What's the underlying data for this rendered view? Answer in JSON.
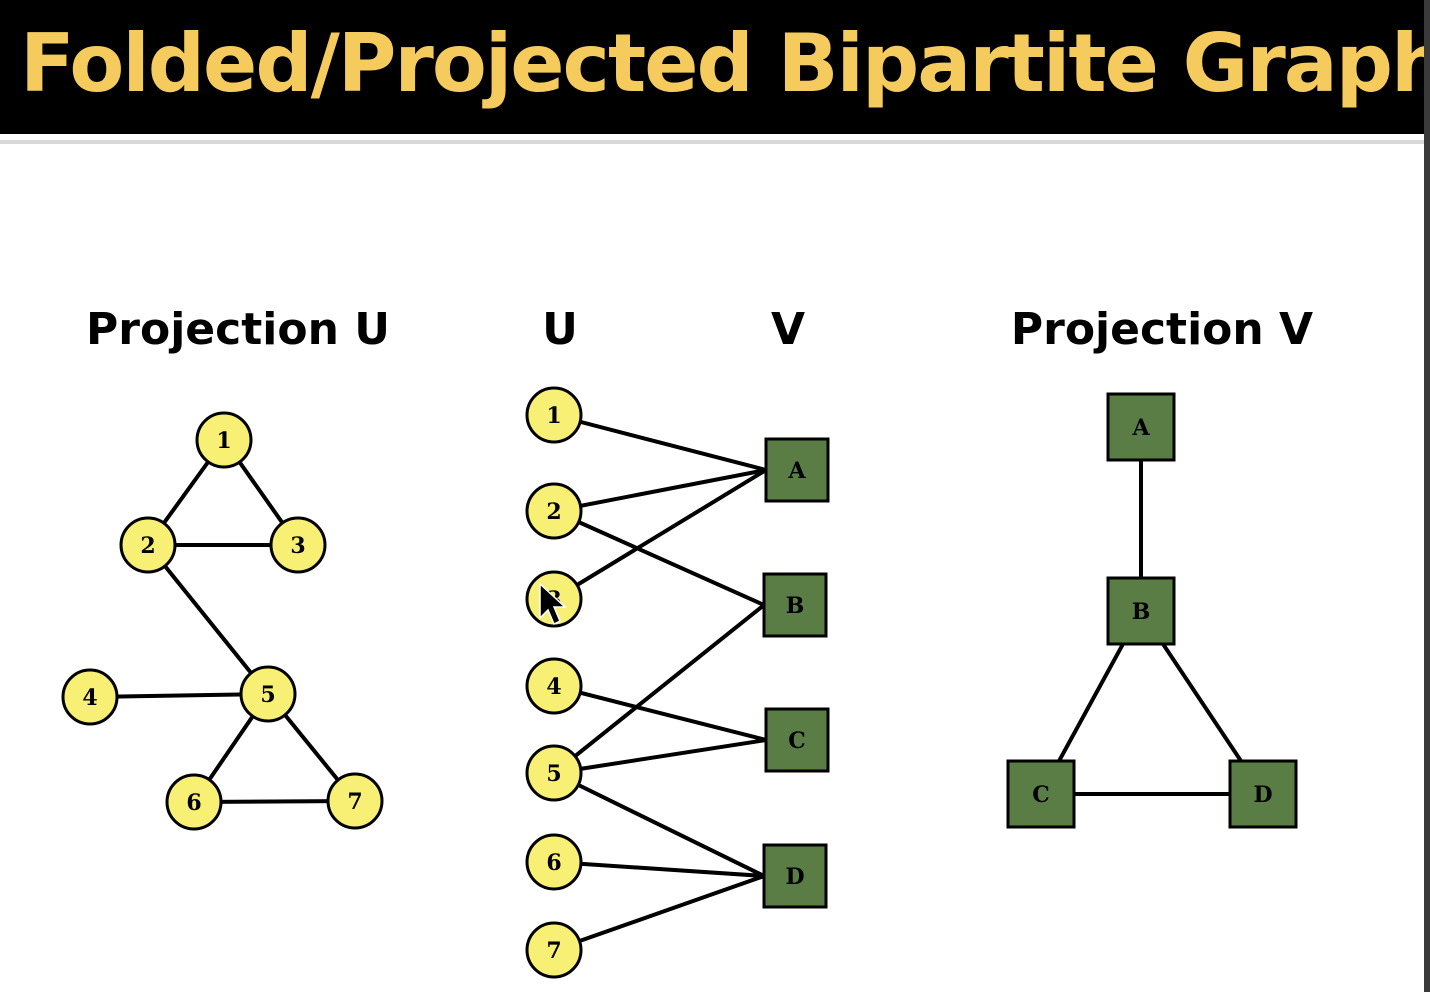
{
  "title": "Folded/Projected Bipartite Graphs",
  "colors": {
    "title_text": "#f4cb5c",
    "title_bar": "#000000",
    "u_node_fill": "#f7f075",
    "v_node_fill": "#5a7d45"
  },
  "panels": {
    "projection_u": {
      "heading": "Projection U",
      "nodes": [
        "1",
        "2",
        "3",
        "4",
        "5",
        "6",
        "7"
      ],
      "edges": [
        [
          "1",
          "2"
        ],
        [
          "1",
          "3"
        ],
        [
          "2",
          "3"
        ],
        [
          "2",
          "5"
        ],
        [
          "4",
          "5"
        ],
        [
          "5",
          "6"
        ],
        [
          "5",
          "7"
        ],
        [
          "6",
          "7"
        ]
      ]
    },
    "bipartite": {
      "u_heading": "U",
      "v_heading": "V",
      "u_nodes": [
        "1",
        "2",
        "3",
        "4",
        "5",
        "6",
        "7"
      ],
      "v_nodes": [
        "A",
        "B",
        "C",
        "D"
      ],
      "edges": [
        [
          "1",
          "A"
        ],
        [
          "2",
          "A"
        ],
        [
          "3",
          "A"
        ],
        [
          "2",
          "B"
        ],
        [
          "5",
          "B"
        ],
        [
          "4",
          "C"
        ],
        [
          "5",
          "C"
        ],
        [
          "5",
          "D"
        ],
        [
          "6",
          "D"
        ],
        [
          "7",
          "D"
        ]
      ]
    },
    "projection_v": {
      "heading": "Projection V",
      "nodes": [
        "A",
        "B",
        "C",
        "D"
      ],
      "edges": [
        [
          "A",
          "B"
        ],
        [
          "B",
          "C"
        ],
        [
          "B",
          "D"
        ],
        [
          "C",
          "D"
        ]
      ]
    }
  },
  "cursor": "mouse-pointer-icon"
}
